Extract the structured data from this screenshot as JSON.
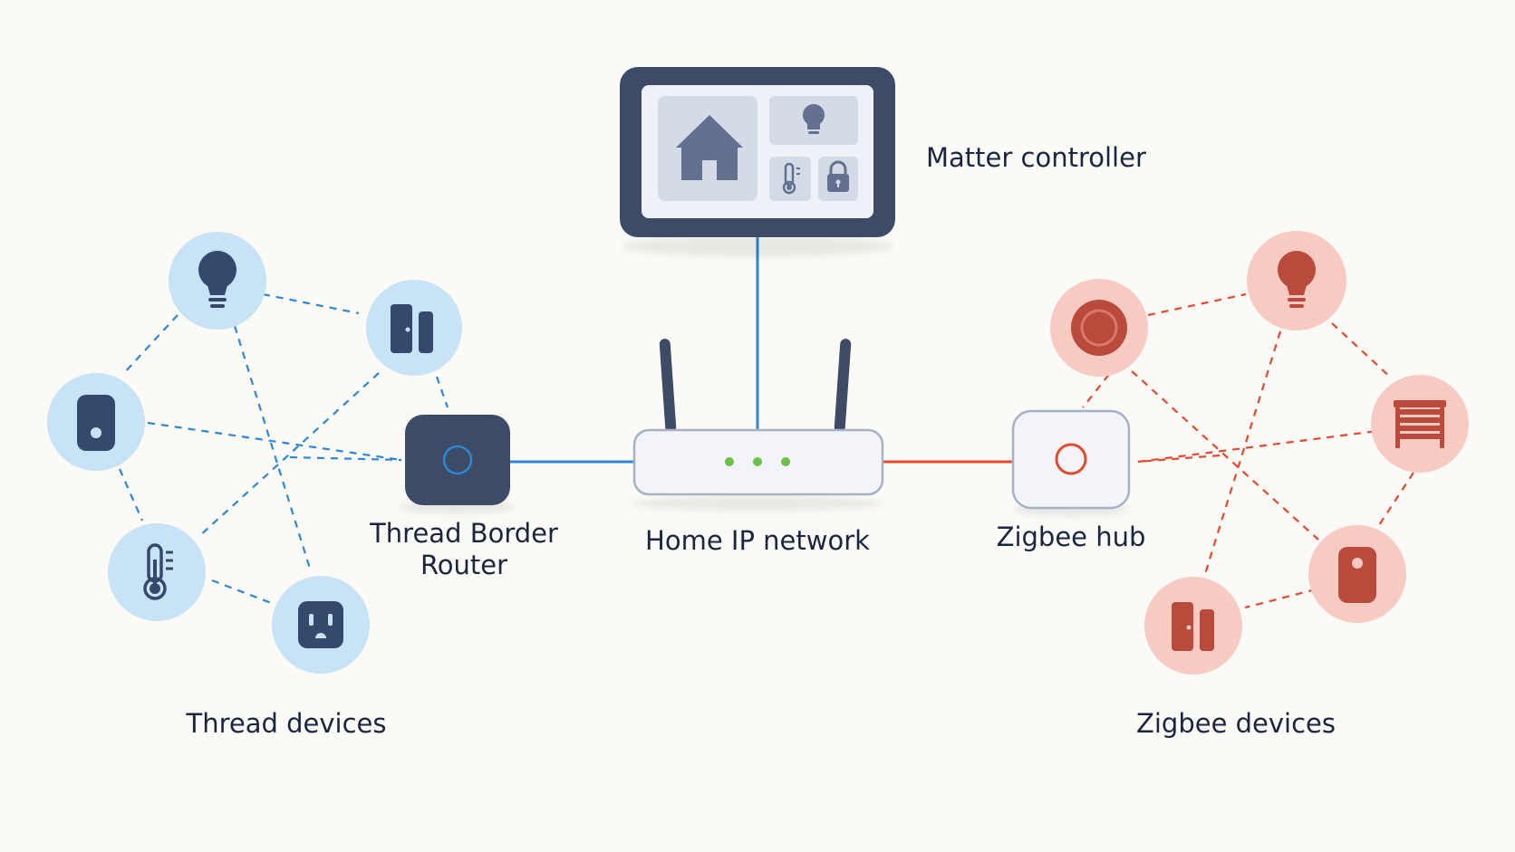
{
  "labels": {
    "matter_controller": "Matter controller",
    "thread_border_router": [
      "Thread Border",
      "Router"
    ],
    "home_ip_network": "Home IP network",
    "zigbee_hub": "Zigbee hub",
    "thread_devices": "Thread devices",
    "zigbee_devices": "Zigbee devices"
  },
  "controller_screen": {
    "tiles": [
      "home-icon",
      "lightbulb-icon",
      "thermometer-icon",
      "lock-icon"
    ]
  },
  "thread_devices": [
    {
      "name": "thread-bulb",
      "icon": "lightbulb-icon"
    },
    {
      "name": "thread-contact-sensor",
      "icon": "door-sensor-icon"
    },
    {
      "name": "thread-motion-sensor",
      "icon": "sensor-icon"
    },
    {
      "name": "thread-thermostat",
      "icon": "thermometer-icon"
    },
    {
      "name": "thread-smart-plug",
      "icon": "outlet-icon"
    }
  ],
  "zigbee_devices": [
    {
      "name": "zigbee-button",
      "icon": "button-icon"
    },
    {
      "name": "zigbee-bulb",
      "icon": "lightbulb-icon"
    },
    {
      "name": "zigbee-blinds",
      "icon": "blinds-icon"
    },
    {
      "name": "zigbee-motion-sensor",
      "icon": "sensor-icon"
    },
    {
      "name": "zigbee-contact-sensor",
      "icon": "door-sensor-icon"
    }
  ],
  "colors": {
    "background": "#fbfaf6",
    "thread_accent": "#2e86d4",
    "thread_fill": "#c8e2f6",
    "thread_icon": "#344a6c",
    "zigbee_accent": "#e4492d",
    "zigbee_fill": "#f8cbc2",
    "zigbee_icon": "#b94a3c",
    "device_dark": "#3e4b66",
    "router_led": "#6cc04a",
    "text": "#1a2540"
  }
}
